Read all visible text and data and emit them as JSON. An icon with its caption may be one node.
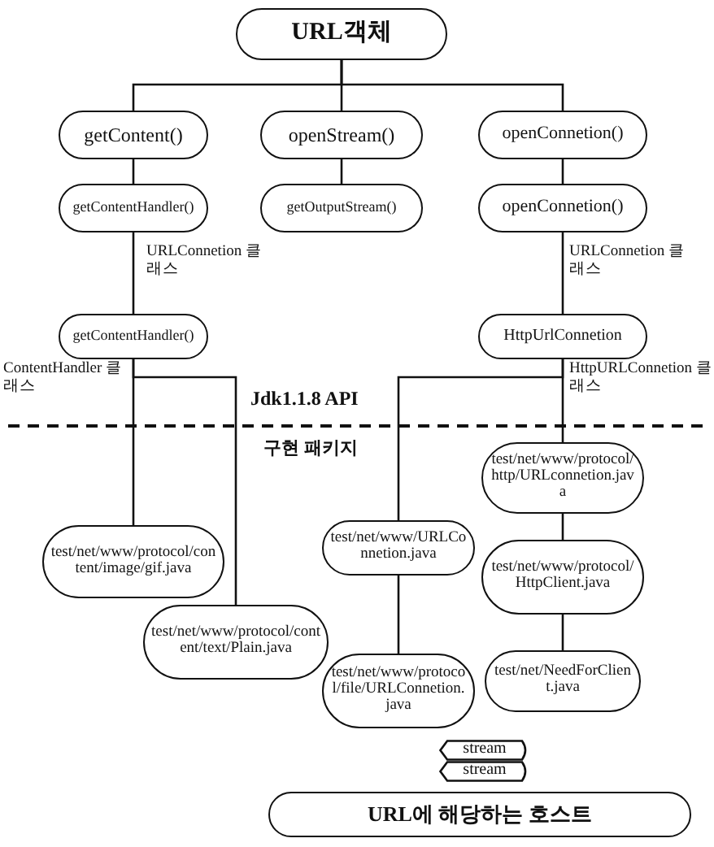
{
  "diagram": {
    "nodes": [
      {
        "text": [
          "URL객체"
        ]
      },
      {
        "text": [
          "getContent()"
        ]
      },
      {
        "text": [
          "openStream()"
        ]
      },
      {
        "text": [
          "openConnetion()"
        ]
      },
      {
        "text": [
          "getContentHandler()"
        ]
      },
      {
        "text": [
          "getOutputStream()"
        ]
      },
      {
        "text": [
          "openConnetion()"
        ]
      },
      {
        "text": [
          "getContentHandler()"
        ]
      },
      {
        "text": [
          "HttpUrlConnetion"
        ]
      },
      {
        "text": [
          "test/net/www/protocol/content/image/gif.java"
        ]
      },
      {
        "text": [
          "test/net/www/protocol/content/text/Plain.java"
        ]
      },
      {
        "text": [
          "test/net/www/URLConnetion.java"
        ]
      },
      {
        "text": [
          "test/net/www/protocol/http/URLconnetion.java"
        ]
      },
      {
        "text": [
          "test/net/www/protocol/HttpClient.java"
        ]
      },
      {
        "text": [
          "test/net/www/protocol/file/URLConnetion.java"
        ]
      },
      {
        "text": [
          "test/net/NeedForClient.java"
        ]
      },
      {
        "text": [
          "stream"
        ]
      },
      {
        "text": [
          "stream"
        ]
      },
      {
        "text": [
          "URL에 해당하는 호스트"
        ]
      }
    ],
    "edges": [
      {
        "from": 0,
        "to": 1,
        "arrow": "none"
      },
      {
        "from": 0,
        "to": 2,
        "arrow": "none"
      },
      {
        "from": 0,
        "to": 3,
        "arrow": "none"
      },
      {
        "from": 1,
        "to": 4,
        "arrow": "none"
      },
      {
        "from": 2,
        "to": 5,
        "arrow": "none"
      },
      {
        "from": 3,
        "to": 6,
        "arrow": "none"
      },
      {
        "from": 4,
        "to": 7,
        "arrow": "none",
        "label": "URLConnetion 클래스"
      },
      {
        "from": 6,
        "to": 8,
        "arrow": "none",
        "label": "URLConnetion 클래스"
      },
      {
        "from": 7,
        "to": 9,
        "arrow": "none",
        "label": "ContentHandler 클래스"
      },
      {
        "from": 7,
        "to": 10,
        "arrow": "none"
      },
      {
        "from": 8,
        "to": 12,
        "arrow": "none",
        "label": "HttpURLConnetion 클래스"
      },
      {
        "from": 8,
        "to": 11,
        "arrow": "none"
      },
      {
        "from": 11,
        "to": 14,
        "arrow": "none"
      },
      {
        "from": 12,
        "to": 13,
        "arrow": "none"
      },
      {
        "from": 13,
        "to": 15,
        "arrow": "none"
      }
    ],
    "labels": [
      "Jdk1.1.8 API",
      "구현 패키지"
    ]
  }
}
